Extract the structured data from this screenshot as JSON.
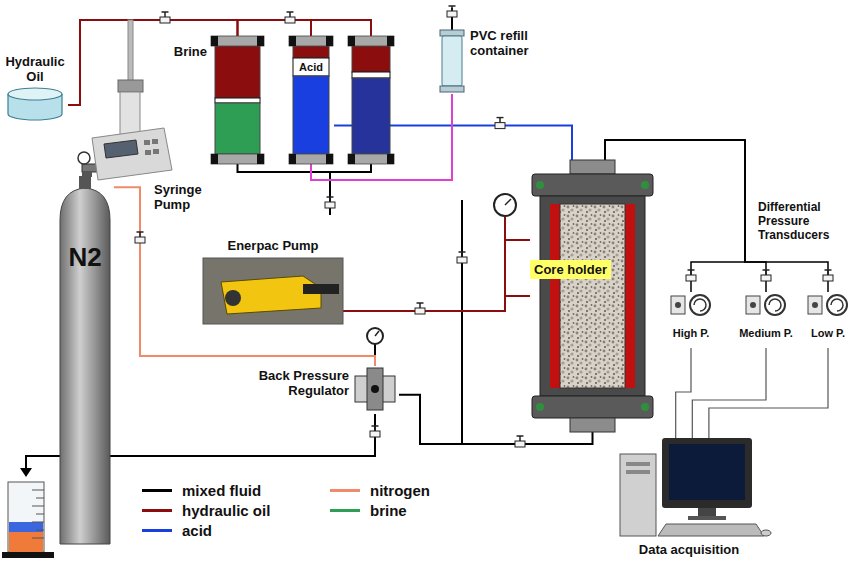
{
  "diagram": {
    "nodes": [
      {
        "text": [
          "Hydraulic Oil"
        ]
      },
      {
        "text": [
          "Syringe Pump"
        ]
      },
      {
        "text": [
          "Brine"
        ]
      },
      {
        "text": [
          "Acid"
        ]
      },
      {
        "text": [
          "PVC refill container"
        ]
      },
      {
        "text": [
          "N2"
        ]
      },
      {
        "text": [
          "Enerpac Pump"
        ]
      },
      {
        "text": [
          "Core holder"
        ]
      },
      {
        "text": [
          "Back Pressure Regulator"
        ]
      },
      {
        "text": [
          "High P."
        ]
      },
      {
        "text": [
          "Medium P."
        ]
      },
      {
        "text": [
          "Low P."
        ]
      },
      {
        "text": [
          "Data acquisition"
        ]
      }
    ],
    "edges": [
      {
        "from": 0,
        "to": 2,
        "arrow": "none"
      },
      {
        "from": 1,
        "to": 2,
        "arrow": "none"
      },
      {
        "from": 3,
        "to": 7,
        "arrow": "none"
      },
      {
        "from": 4,
        "to": 3,
        "arrow": "none"
      },
      {
        "from": 5,
        "to": 8,
        "arrow": "none"
      },
      {
        "from": 6,
        "to": 7,
        "arrow": "none"
      },
      {
        "from": 7,
        "to": 8,
        "arrow": "none"
      },
      {
        "from": 7,
        "to": 9,
        "arrow": "none"
      },
      {
        "from": 7,
        "to": 10,
        "arrow": "none"
      },
      {
        "from": 7,
        "to": 11,
        "arrow": "none"
      },
      {
        "from": 9,
        "to": 12,
        "arrow": "none"
      },
      {
        "from": 10,
        "to": 12,
        "arrow": "none"
      },
      {
        "from": 11,
        "to": 12,
        "arrow": "none"
      }
    ],
    "labels": [
      "Differential Pressure Transducers"
    ],
    "legend": [
      {
        "text": "mixed fluid",
        "color": "#000000"
      },
      {
        "text": "hydraulic oil",
        "color": "#8b0d0d"
      },
      {
        "text": "acid",
        "color": "#1a3fe0"
      },
      {
        "text": "nitrogen",
        "color": "#f08a6a"
      },
      {
        "text": "brine",
        "color": "#2e9e55"
      }
    ]
  }
}
